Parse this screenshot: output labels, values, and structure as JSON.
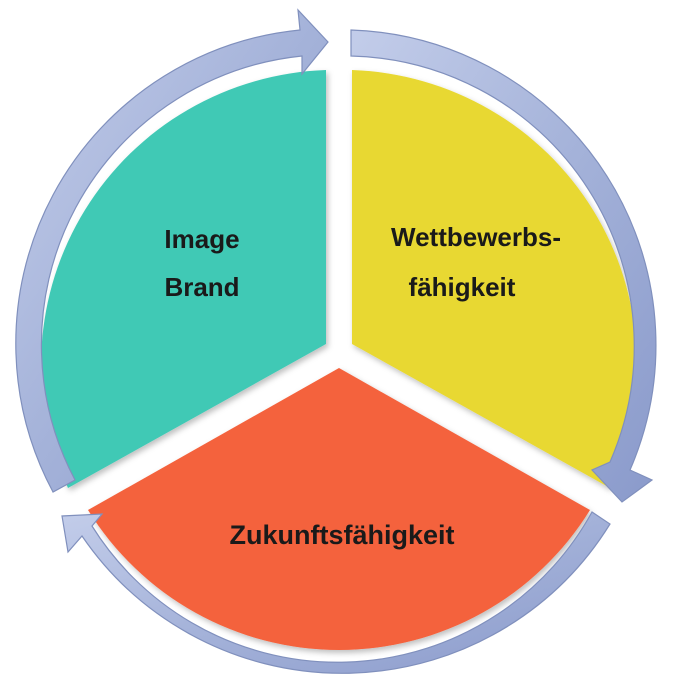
{
  "diagram": {
    "segments": [
      {
        "id": "image-brand",
        "lines": [
          "Image",
          "Brand"
        ],
        "color": "#41c9b5"
      },
      {
        "id": "wettbewerbsfaehigkeit",
        "lines": [
          "Wettbewerbs-",
          "fähigkeit"
        ],
        "color": "#e8d831"
      },
      {
        "id": "zukunftsfaehigkeit",
        "lines": [
          "Zukunftsfähigkeit"
        ],
        "color": "#f4623c"
      }
    ],
    "arrow_color": "#a9b6d8",
    "arrow_edge_color": "#8090bd"
  }
}
